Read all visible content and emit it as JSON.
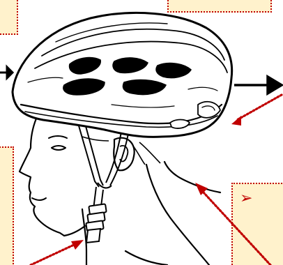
{
  "figure": {
    "subject": "helmet-fit-diagram",
    "callout_bullet": "➢",
    "colors": {
      "callout_fill": "#fff2cc",
      "callout_border": "#c00000",
      "leader_line": "#c00000",
      "ink": "#000000"
    },
    "icons": [
      "helmet-drawing",
      "head-profile-drawing",
      "arrow-right-icon",
      "arrow-left-icon"
    ]
  }
}
